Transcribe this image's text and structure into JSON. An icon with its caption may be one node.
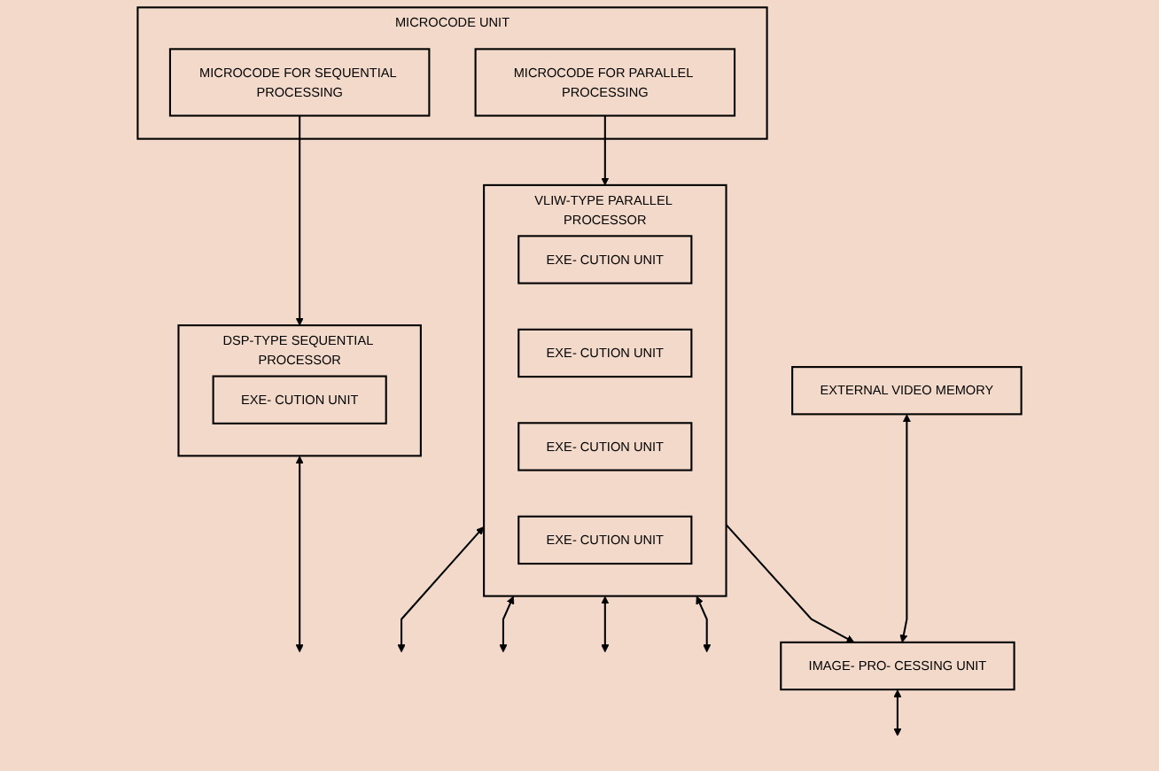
{
  "diagram": {
    "nodes": [
      {
        "text": [
          "MICROCODE UNIT"
        ]
      },
      {
        "text": [
          "MICROCODE FOR SEQUENTIAL PROCESSING"
        ],
        "in": 0
      },
      {
        "text": [
          "MICROCODE FOR PARALLEL PROCESSING"
        ],
        "in": 0
      },
      {
        "text": [
          "EXTERNAL VIDEO MEMORY"
        ]
      },
      {
        "text": [
          "DSP-TYPE SEQUENTIAL PROCESSOR"
        ]
      },
      {
        "text": [
          "EXE- CUTION UNIT"
        ],
        "in": 4
      },
      {
        "text": [
          "VLIW-TYPE PARALLEL PROCESSOR"
        ]
      },
      {
        "text": [
          "EXE- CUTION UNIT"
        ],
        "in": 6
      },
      {
        "text": [
          "EXE- CUTION UNIT"
        ],
        "in": 6
      },
      {
        "text": [
          "EXE- CUTION UNIT"
        ],
        "in": 6
      },
      {
        "text": [
          "EXE- CUTION UNIT"
        ],
        "in": 6
      },
      {
        "text": [
          "IMAGE- PRO- CESSING UNIT"
        ]
      }
    ],
    "edges": [
      {
        "from": 1,
        "to": 4,
        "arrow": "to"
      },
      {
        "from": 2,
        "to": 6,
        "arrow": "to"
      },
      {
        "from": 3,
        "to": 11,
        "arrow": "both"
      },
      {
        "from": 6,
        "to": 11,
        "arrow": "to"
      },
      {
        "from": 4,
        "to": null,
        "arrow": "both"
      },
      {
        "from": 6,
        "to": null,
        "arrow": "both"
      },
      {
        "from": 6,
        "to": null,
        "arrow": "both"
      },
      {
        "from": 6,
        "to": null,
        "arrow": "both"
      },
      {
        "from": 6,
        "to": null,
        "arrow": "both"
      },
      {
        "from": 11,
        "to": null,
        "arrow": "both"
      }
    ]
  }
}
